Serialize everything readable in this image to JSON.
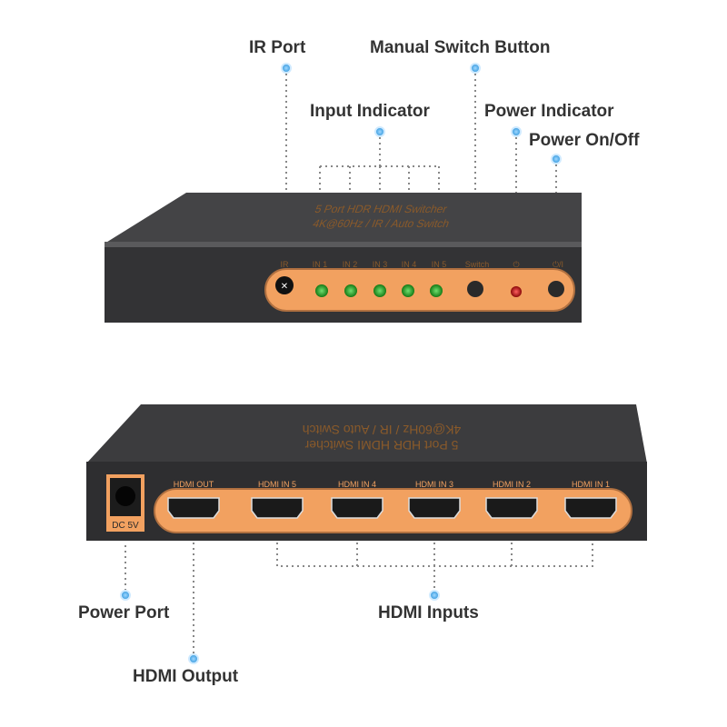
{
  "callouts": {
    "ir_port": "IR Port",
    "manual_switch": "Manual Switch Button",
    "input_indicator": "Input Indicator",
    "power_indicator": "Power Indicator",
    "power_onoff": "Power On/Off",
    "power_port": "Power Port",
    "hdmi_inputs": "HDMI Inputs",
    "hdmi_output": "HDMI Output"
  },
  "device": {
    "title_line1": "5 Port HDR HDMI Switcher",
    "title_line2": "4K@60Hz / IR / Auto Switch"
  },
  "front_panel": {
    "labels": [
      "IR",
      "IN 1",
      "IN 2",
      "IN 3",
      "IN 4",
      "IN 5",
      "Switch",
      "⏻",
      "⏻/I"
    ]
  },
  "rear_panel": {
    "dc_label": "DC 5V",
    "ports": [
      "HDMI OUT",
      "HDMI IN 5",
      "HDMI IN 4",
      "HDMI IN 3",
      "HDMI IN 2",
      "HDMI IN 1"
    ]
  },
  "colors": {
    "accent": "#f0a060",
    "body": "#3a3a3c",
    "dot": "#3aa0e0",
    "led_green": "#2aa02a",
    "led_red": "#c81818"
  }
}
